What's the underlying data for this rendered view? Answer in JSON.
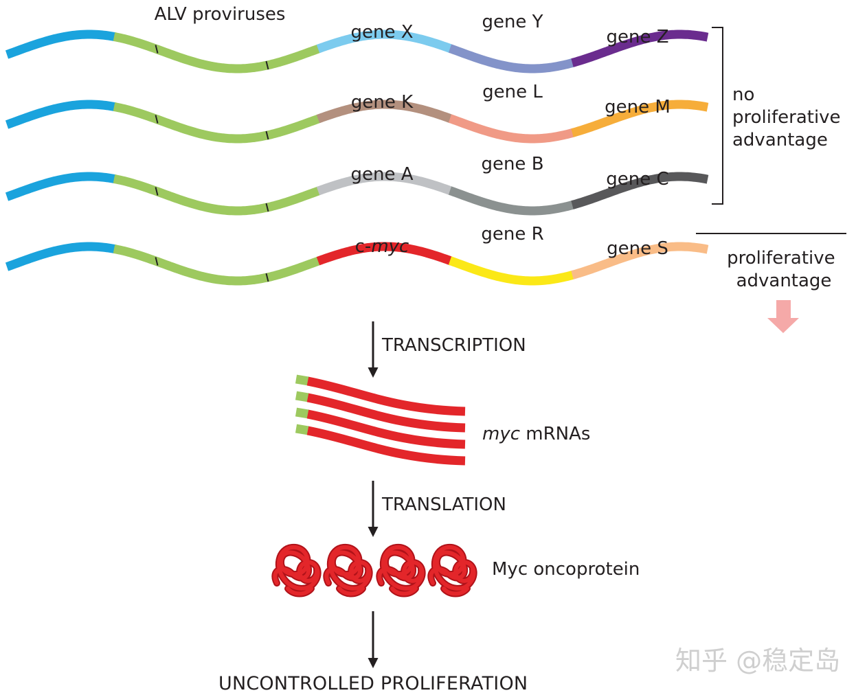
{
  "colors": {
    "ltr": "#1aa3dd",
    "provirus": "#9dc95f",
    "tick": "#222222",
    "myc": "#e3262a",
    "arrow": "#231f20",
    "pink_arrow": "#f5a9a8"
  },
  "provirus_label": "ALV proviruses",
  "rows": [
    {
      "genes": [
        {
          "label": "gene X",
          "italic": "",
          "color": "#7ccbee"
        },
        {
          "label": "gene Y",
          "italic": "",
          "color": "#8393c9"
        },
        {
          "label": "gene Z",
          "italic": "",
          "color": "#6a2c8e"
        }
      ]
    },
    {
      "genes": [
        {
          "label": "gene K",
          "italic": "",
          "color": "#b3907e"
        },
        {
          "label": "gene L",
          "italic": "",
          "color": "#f09a86"
        },
        {
          "label": "gene M",
          "italic": "",
          "color": "#f6ad3a"
        }
      ]
    },
    {
      "genes": [
        {
          "label": "gene A",
          "italic": "",
          "color": "#bfc1c4"
        },
        {
          "label": "gene B",
          "italic": "",
          "color": "#8b9190"
        },
        {
          "label": "gene C",
          "italic": "",
          "color": "#58585a"
        }
      ]
    },
    {
      "genes": [
        {
          "label": "c-",
          "italic": "myc",
          "color": "#e3262a"
        },
        {
          "label": "gene R",
          "italic": "",
          "color": "#fbe817"
        },
        {
          "label": "gene S",
          "italic": "",
          "color": "#f9bc87"
        }
      ]
    }
  ],
  "no_advantage_label": [
    "no",
    "proliferative",
    "advantage"
  ],
  "advantage_label": [
    "proliferative",
    "advantage"
  ],
  "transcription_label": "TRANSCRIPTION",
  "mrna_label_italic": "myc",
  "mrna_label_rest": " mRNAs",
  "translation_label": "TRANSLATION",
  "protein_label": "Myc oncoprotein",
  "outcome_label": "UNCONTROLLED PROLIFERATION",
  "watermark": "知乎 @稳定岛"
}
